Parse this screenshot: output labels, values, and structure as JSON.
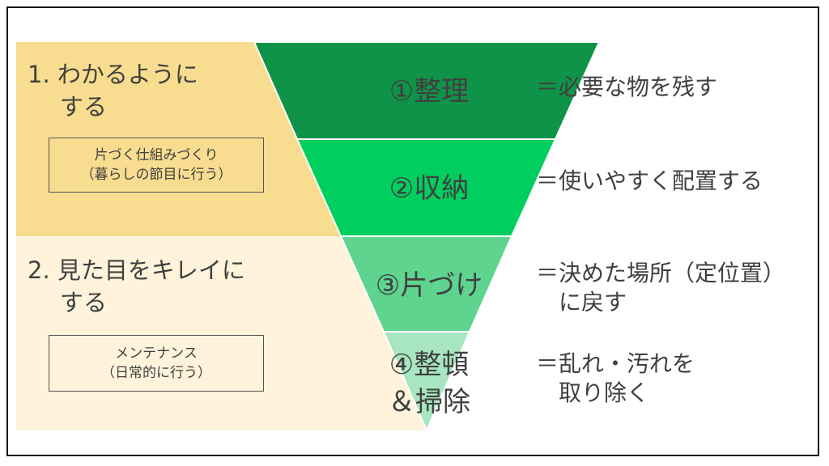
{
  "colors": {
    "step1": "#0f9348",
    "step2": "#00cf5f",
    "step3": "#5fd48f",
    "step4": "#a7e6c0",
    "panel_top": "#f8dc8f",
    "panel_bottom": "#fff4db",
    "text": "#404040"
  },
  "left": {
    "section1": {
      "heading_line1": "1. わかるように",
      "heading_line2": "する",
      "box_line1": "片づく仕組みづくり",
      "box_line2": "（暮らしの節目に行う）"
    },
    "section2": {
      "heading_line1": "2. 見た目をキレイに",
      "heading_line2": "する",
      "box_line1": "メンテナンス",
      "box_line2": "（日常的に行う）"
    }
  },
  "steps": [
    {
      "label_lines": [
        "①整理"
      ],
      "desc_lines": [
        "＝必要な物を残す"
      ]
    },
    {
      "label_lines": [
        "②収納"
      ],
      "desc_lines": [
        "＝使いやすく配置する"
      ]
    },
    {
      "label_lines": [
        "③片づけ"
      ],
      "desc_lines": [
        "＝決めた場所（定位置）",
        "　に戻す"
      ]
    },
    {
      "label_lines": [
        "④整頓",
        "＆掃除"
      ],
      "desc_lines": [
        "＝乱れ・汚れを",
        "　取り除く"
      ]
    }
  ]
}
